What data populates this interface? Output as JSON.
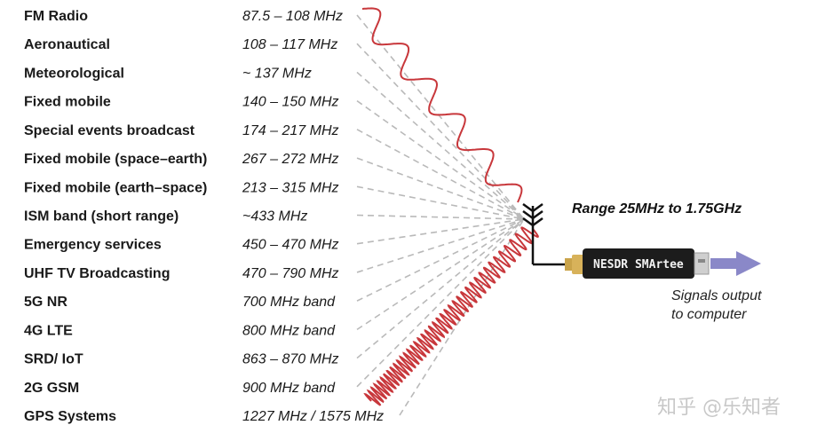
{
  "bands": [
    {
      "name": "FM Radio",
      "freq": "87.5 – 108 MHz"
    },
    {
      "name": "Aeronautical",
      "freq": "108 – 117 MHz"
    },
    {
      "name": "Meteorological",
      "freq": "~ 137 MHz"
    },
    {
      "name": "Fixed mobile",
      "freq": "140 – 150 MHz"
    },
    {
      "name": "Special events broadcast",
      "freq": "174 – 217 MHz"
    },
    {
      "name": "Fixed mobile (space–earth)",
      "freq": "267 – 272 MHz"
    },
    {
      "name": "Fixed mobile (earth–space)",
      "freq": "213 – 315 MHz"
    },
    {
      "name": "ISM band (short range)",
      "freq": "~433 MHz"
    },
    {
      "name": "Emergency services",
      "freq": "450 – 470 MHz"
    },
    {
      "name": "UHF TV Broadcasting",
      "freq": "470 – 790 MHz"
    },
    {
      "name": "5G NR",
      "freq": "700 MHz band"
    },
    {
      "name": "4G LTE",
      "freq": "800 MHz band"
    },
    {
      "name": "SRD/ IoT",
      "freq": "863 – 870 MHz"
    },
    {
      "name": "2G GSM",
      "freq": "900 MHz band"
    },
    {
      "name": "GPS Systems",
      "freq": "1227 MHz / 1575 MHz"
    }
  ],
  "range_label": "Range 25MHz to 1.75GHz",
  "device_logo": "NESDR SMArtee",
  "output_label_line1": "Signals output",
  "output_label_line2": "to computer",
  "watermark": "知乎 @乐知者",
  "colors": {
    "wave": "#c8373b",
    "dashes": "#b9b9b9",
    "arrow": "#8a88c8",
    "text": "#1a1a1a"
  },
  "icons": {
    "antenna": "antenna-icon",
    "dongle": "usb-dongle-icon",
    "arrow": "arrow-right-icon"
  }
}
